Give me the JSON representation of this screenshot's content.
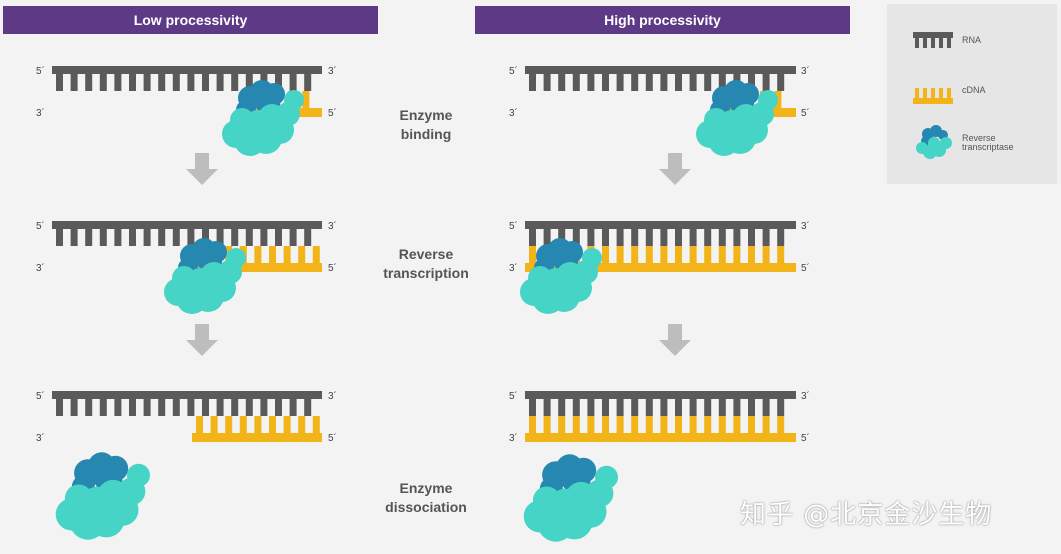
{
  "headers": {
    "low": "Low processivity",
    "high": "High processivity"
  },
  "steps": {
    "binding_1": "Enzyme",
    "binding_2": "binding",
    "rt_1": "Reverse",
    "rt_2": "transcription",
    "diss_1": "Enzyme",
    "diss_2": "dissociation"
  },
  "ends": {
    "five": "5´",
    "three": "3´"
  },
  "legend": {
    "rna": "RNA",
    "cdna": "cDNA",
    "rt_1": "Reverse",
    "rt_2": "transcriptase"
  },
  "colors": {
    "rna": "#5a5a5a",
    "cdna": "#f2b418",
    "enzyme_light": "#45d4c5",
    "enzyme_dark": "#2687b0",
    "header": "#5e3a86",
    "arrow": "#bdbdbd"
  },
  "watermark": "知乎 @北京金沙生物"
}
